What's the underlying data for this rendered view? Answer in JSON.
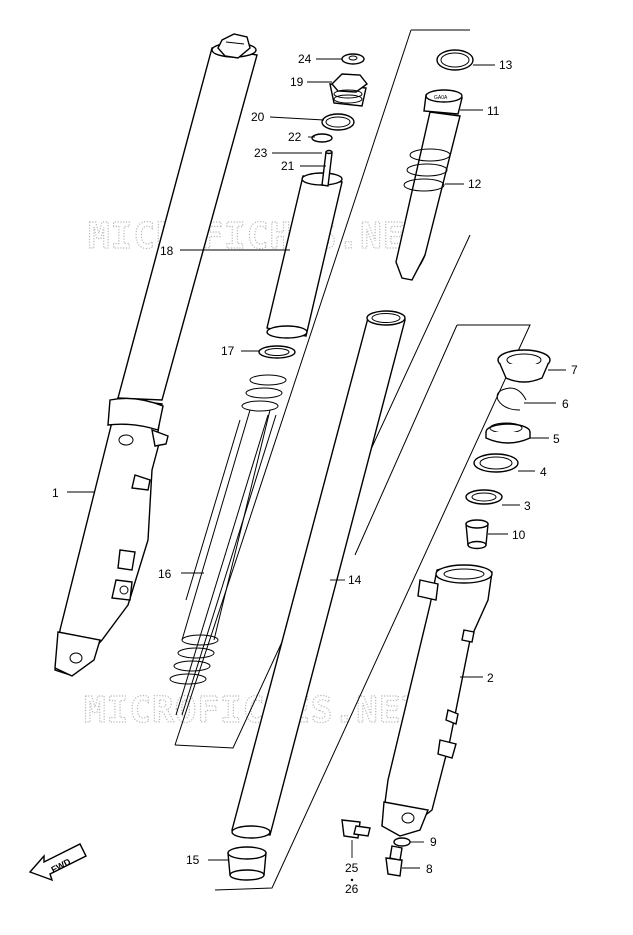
{
  "watermark": "MICROFICHES.NET",
  "direction_label": "FWD",
  "callouts": {
    "c1": "1",
    "c2": "2",
    "c3": "3",
    "c4": "4",
    "c5": "5",
    "c6": "6",
    "c7": "7",
    "c8": "8",
    "c9": "9",
    "c10": "10",
    "c11": "11",
    "c12": "12",
    "c13": "13",
    "c14": "14",
    "c15": "15",
    "c16": "16",
    "c17": "17",
    "c18": "18",
    "c19": "19",
    "c20": "20",
    "c21": "21",
    "c22": "22",
    "c23": "23",
    "c24": "24",
    "c25": "25",
    "c26": "26"
  }
}
